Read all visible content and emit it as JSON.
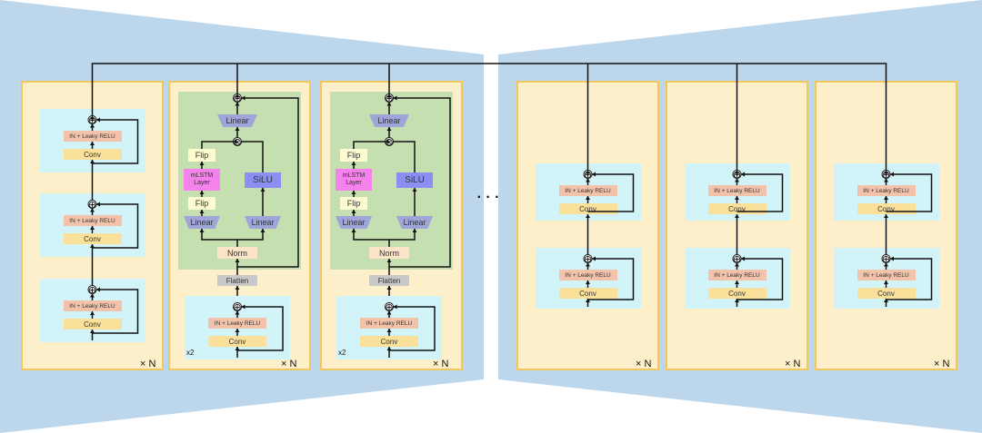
{
  "labels": {
    "in_leaky_relu": "IN + Leaky RELU",
    "conv": "Conv",
    "linear": "Linear",
    "flip": "Flip",
    "mlstm_line1": "mLSTM",
    "mlstm_line2": "Layer",
    "silu": "SiLU",
    "norm": "Norm",
    "flatten": "Flatten",
    "repeat_n": "× N",
    "repeat_2": "x2",
    "ellipsis": "· · ·",
    "add_symbol": "⊕",
    "multiply_symbol": "⊗"
  },
  "colors": {
    "background_wedge": "#bcd6ec",
    "panel_fill": "#fdefc9",
    "panel_border": "#f1c75e",
    "cyan_block": "#d2f4f8",
    "green_block": "#c6dfb1",
    "in_relu_box": "#f2c3aa",
    "conv_box": "#fbe09a",
    "linear_box": "#9fa4d9",
    "flip_box": "#fdfbd0",
    "mlstm_box": "#f582ea",
    "silu_box": "#8b8ef3",
    "norm_box": "#fbe4c8",
    "flatten_box": "#c9c9c9"
  }
}
